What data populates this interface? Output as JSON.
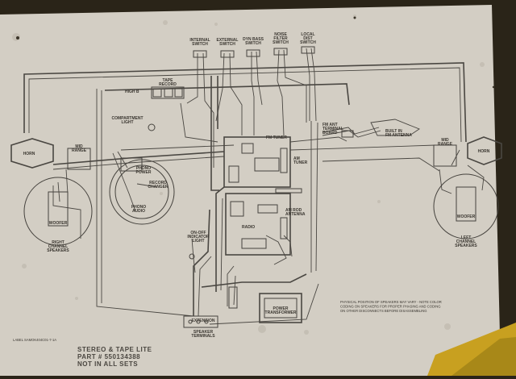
{
  "switches": {
    "internal": [
      "INTERNAL",
      "SWITCH"
    ],
    "external": [
      "EXTERNAL",
      "SWITCH"
    ],
    "dyn_bass": [
      "DYN BASS",
      "SWITCH"
    ],
    "noise_filter": [
      "NOISE",
      "FILTER",
      "SWITCH"
    ],
    "local_dist": [
      "LOCAL",
      "DIST",
      "SWITCH"
    ]
  },
  "labels": {
    "high_b": "HIGH B",
    "tape_record": [
      "TAPE",
      "RECORD"
    ],
    "compartment_light": [
      "COMPARTMENT",
      "LIGHT"
    ],
    "phono_power": [
      "PHONO",
      "POWER"
    ],
    "record_changer": [
      "RECORD",
      "CHANGER"
    ],
    "phono_audio": [
      "PHONO",
      "AUDIO"
    ],
    "fm_tuner": "FM TUNER",
    "am_tuner": [
      "AM",
      "TUNER"
    ],
    "fm_ant_board": [
      "FM ANT",
      "TERMINAL",
      "BOARD"
    ],
    "built_in_fm": [
      "BUILT IN",
      "FM ANTENNA"
    ],
    "am_rod": [
      "AM ROD",
      "ANTENNA"
    ],
    "radio": "RADIO",
    "on_off": [
      "ON-OFF",
      "INDICATOR",
      "LIGHT"
    ],
    "ext_speaker": [
      "EXTENSION",
      "SPEAKER",
      "TERMINALS"
    ],
    "power_transformer": [
      "POWER",
      "TRANSFORMER"
    ],
    "horn_left": "HORN",
    "horn_right": "HORN",
    "mid_range_left": [
      "MID",
      "RANGE"
    ],
    "mid_range_right": [
      "MID",
      "RANGE"
    ],
    "woofer_left": "WOOFER",
    "woofer_right": "WOOFER",
    "right_channel": [
      "RIGHT",
      "CHANNEL",
      "SPEAKERS"
    ],
    "left_channel": [
      "LEFT",
      "CHANNEL",
      "SPEAKERS"
    ]
  },
  "note": [
    "PHYSICAL POSITION OF SPEAKERS MAY VARY - NOTE COLOR",
    "CODING ON SPEAKERS FOR PROPER PHASING AND CODING",
    "ON OTHER DISCONNECTS BEFORE DISASSEMBLING"
  ],
  "stamp": [
    "STEREO & TAPE LITE",
    "PART # 550134388",
    "NOT IN ALL SETS"
  ],
  "small_label": "LABEL SAMOK404C01-7-1A",
  "colors": {
    "paper": "#d6d1c8",
    "ink": "#4a4742",
    "background": "#2a2418",
    "frame_yellow": "#c8a020"
  }
}
